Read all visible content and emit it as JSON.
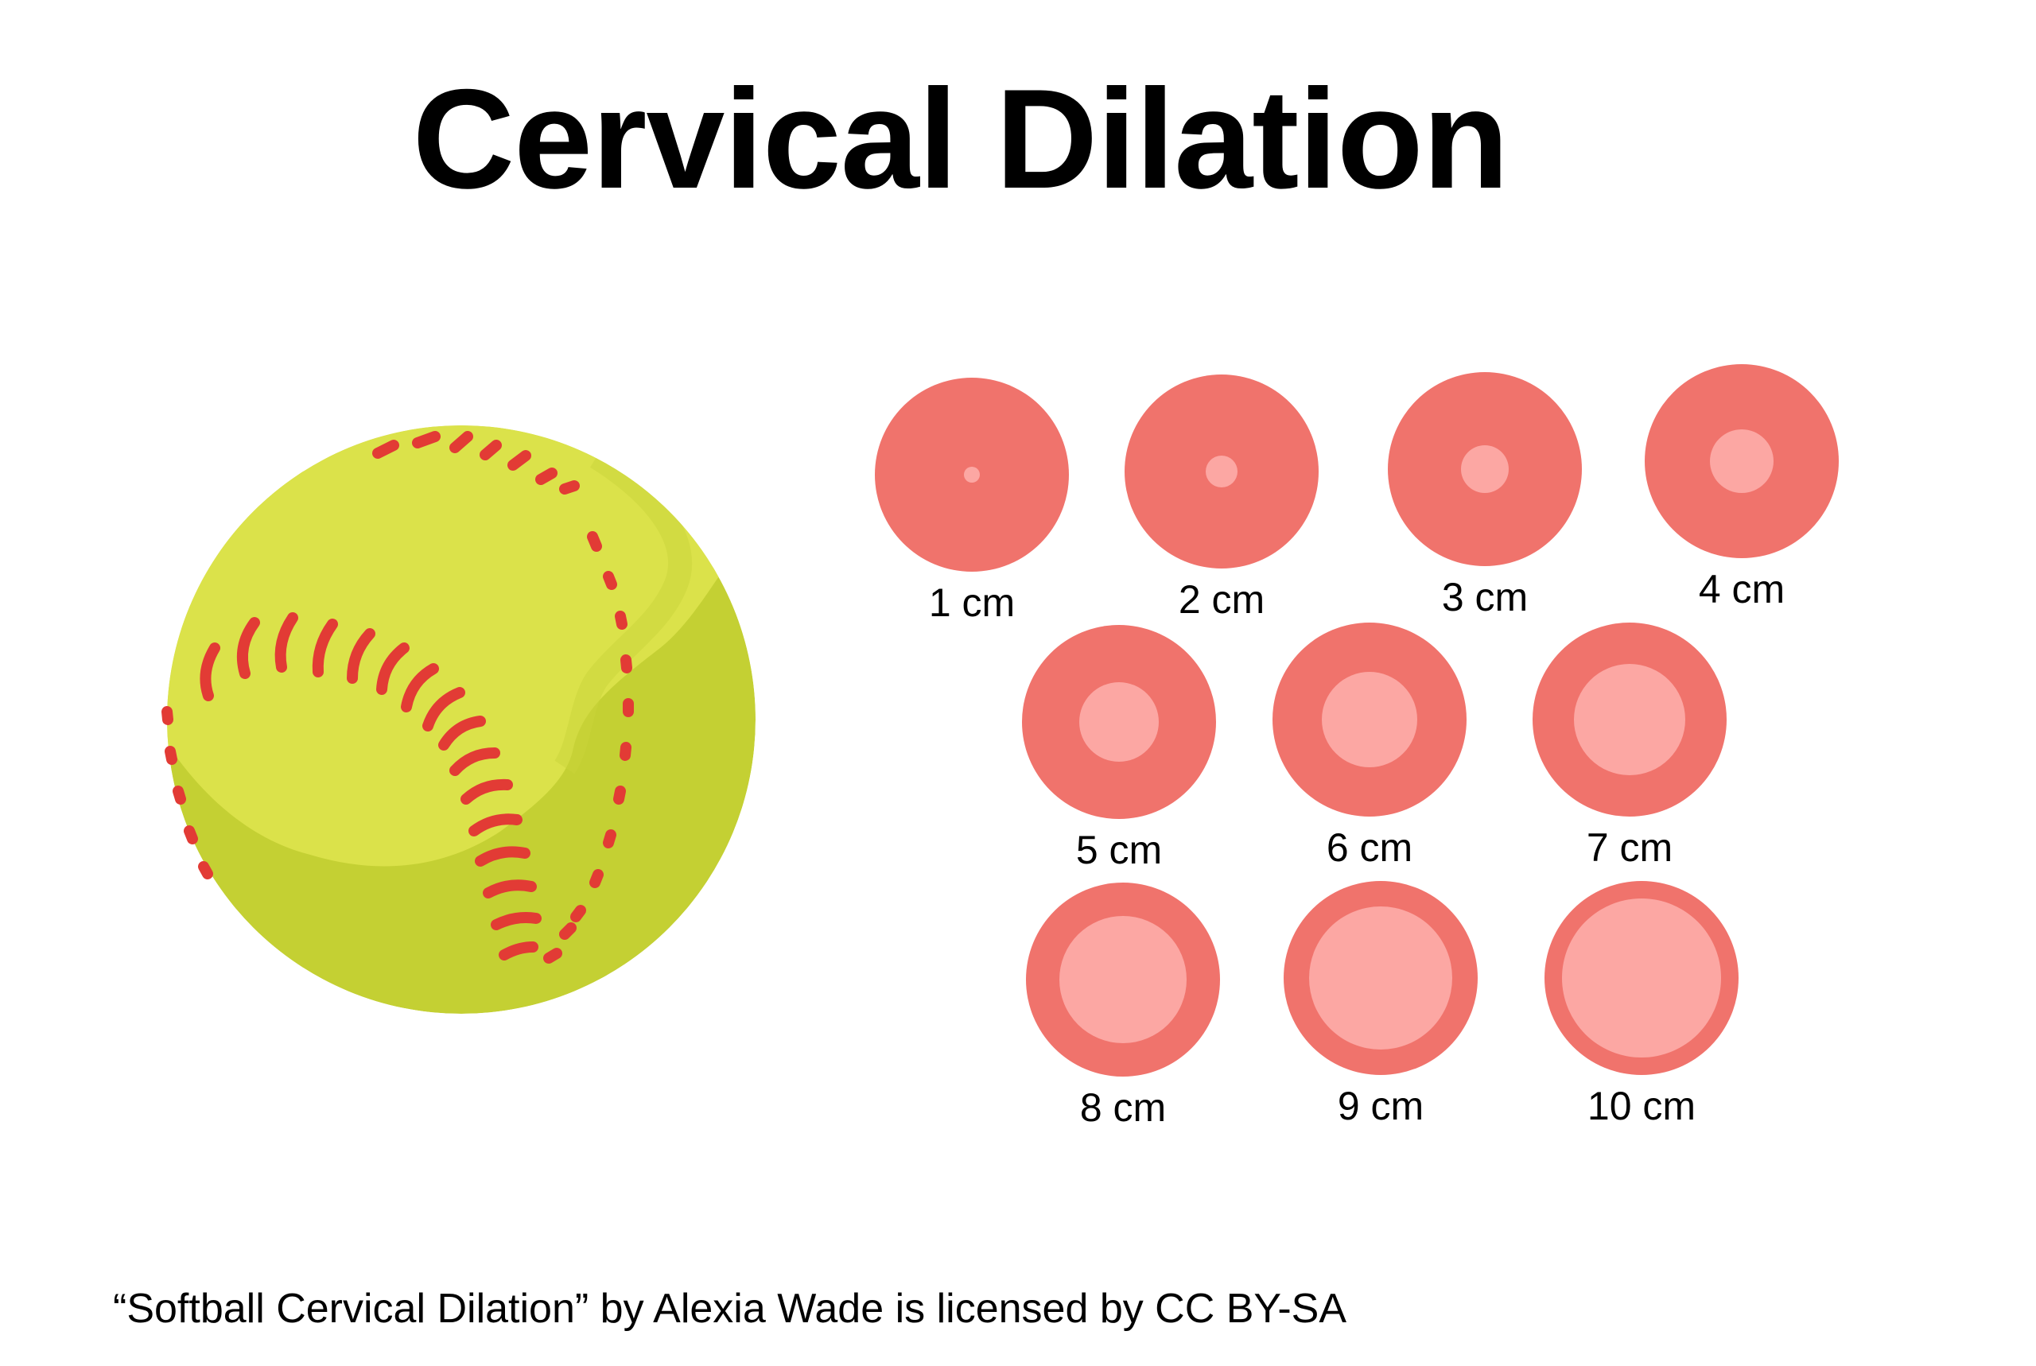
{
  "title": "Cervical Dilation",
  "colors": {
    "cervix": "#f0736c",
    "opening": "#fca7a3",
    "softball_light": "#dbe24a",
    "softball_shade": "#c4d033",
    "stitches": "#e23b35"
  },
  "softball": {
    "icon": "softball-icon"
  },
  "dilations": [
    {
      "label": "1 cm",
      "cm": 1
    },
    {
      "label": "2 cm",
      "cm": 2
    },
    {
      "label": "3 cm",
      "cm": 3
    },
    {
      "label": "4 cm",
      "cm": 4
    },
    {
      "label": "5 cm",
      "cm": 5
    },
    {
      "label": "6 cm",
      "cm": 6
    },
    {
      "label": "7 cm",
      "cm": 7
    },
    {
      "label": "8 cm",
      "cm": 8
    },
    {
      "label": "9 cm",
      "cm": 9
    },
    {
      "label": "10 cm",
      "cm": 10
    }
  ],
  "credit": "“Softball Cervical Dilation” by Alexia Wade is licensed by CC BY-SA"
}
